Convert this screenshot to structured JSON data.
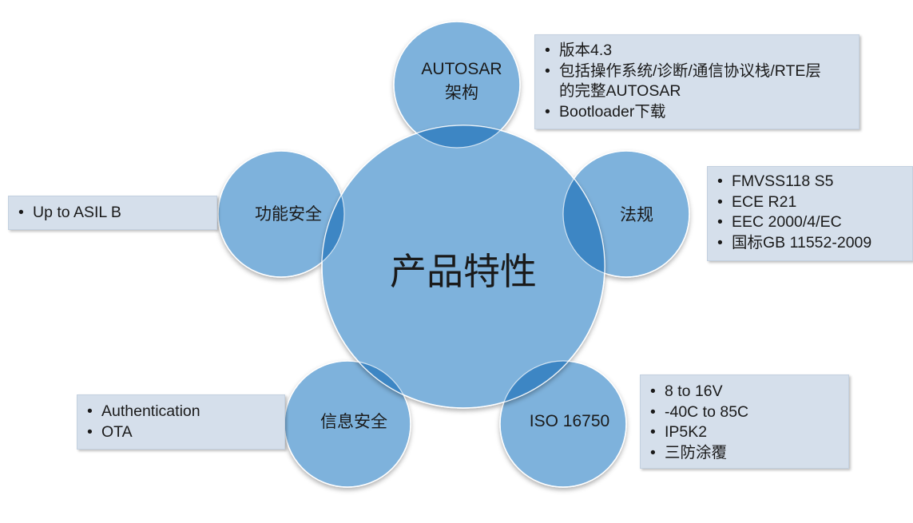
{
  "center": {
    "label": "产品特性"
  },
  "nodes": [
    {
      "id": "autosar",
      "lines": [
        "AUTOSAR",
        "架构"
      ],
      "items": [
        "版本4.3",
        "包括操作系统/诊断/通信协议栈/RTE层的完整AUTOSAR",
        "Bootloader下载"
      ]
    },
    {
      "id": "regulations",
      "lines": [
        "法规"
      ],
      "items": [
        "FMVSS118 S5",
        "ECE R21",
        "EEC 2000/4/EC",
        "国标GB 11552-2009"
      ]
    },
    {
      "id": "iso16750",
      "lines": [
        "ISO 16750"
      ],
      "items": [
        "8 to 16V",
        "-40C to 85C",
        "IP5K2",
        "三防涂覆"
      ]
    },
    {
      "id": "infosec",
      "lines": [
        "信息安全"
      ],
      "items": [
        "Authentication",
        "OTA"
      ]
    },
    {
      "id": "funcsafety",
      "lines": [
        "功能安全"
      ],
      "items": [
        "Up to ASIL B"
      ]
    }
  ],
  "colors": {
    "circle_fill": "#7eb2dc",
    "circle_stroke": "#ffffff",
    "overlap_fill": "#3d86c4",
    "box_fill": "#d5dfeb"
  }
}
